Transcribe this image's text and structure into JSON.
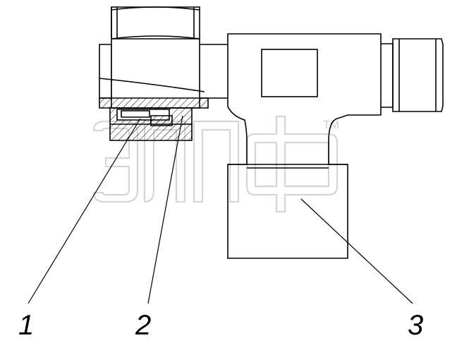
{
  "watermark": {
    "logo_text": "элф",
    "tm": "TM"
  },
  "callouts": [
    {
      "number": "1"
    },
    {
      "number": "2"
    },
    {
      "number": "3"
    }
  ],
  "colors": {
    "line": "#000000",
    "watermark": "#d0d0d0",
    "background": "#ffffff"
  }
}
